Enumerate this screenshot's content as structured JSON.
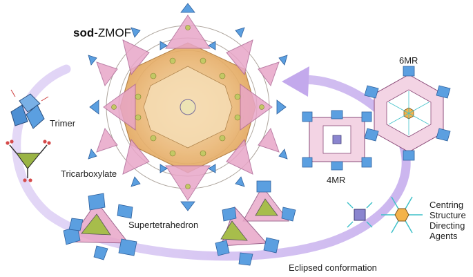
{
  "title": {
    "bold": "sod",
    "rest": "-ZMOF"
  },
  "labels": {
    "trimer": "Trimer",
    "tricarboxylate": "Tricarboxylate",
    "supertetrahedron": "Supertetrahedron",
    "eclipsed": "Eclipsed conformation",
    "ring4": "4MR",
    "ring6": "6MR"
  },
  "sda_lines": [
    "Centring",
    "Structure",
    "Directing",
    "Agents"
  ],
  "colors": {
    "arrow": "#cdb8ef",
    "pink": "#e8a6c8",
    "blue": "#5b9fe0",
    "orange": "#f2c98a",
    "olive": "#b9c25a",
    "purple_square": "#8a85cf",
    "hexagon": "#f3b34a",
    "cyan": "#3fc1c9"
  }
}
